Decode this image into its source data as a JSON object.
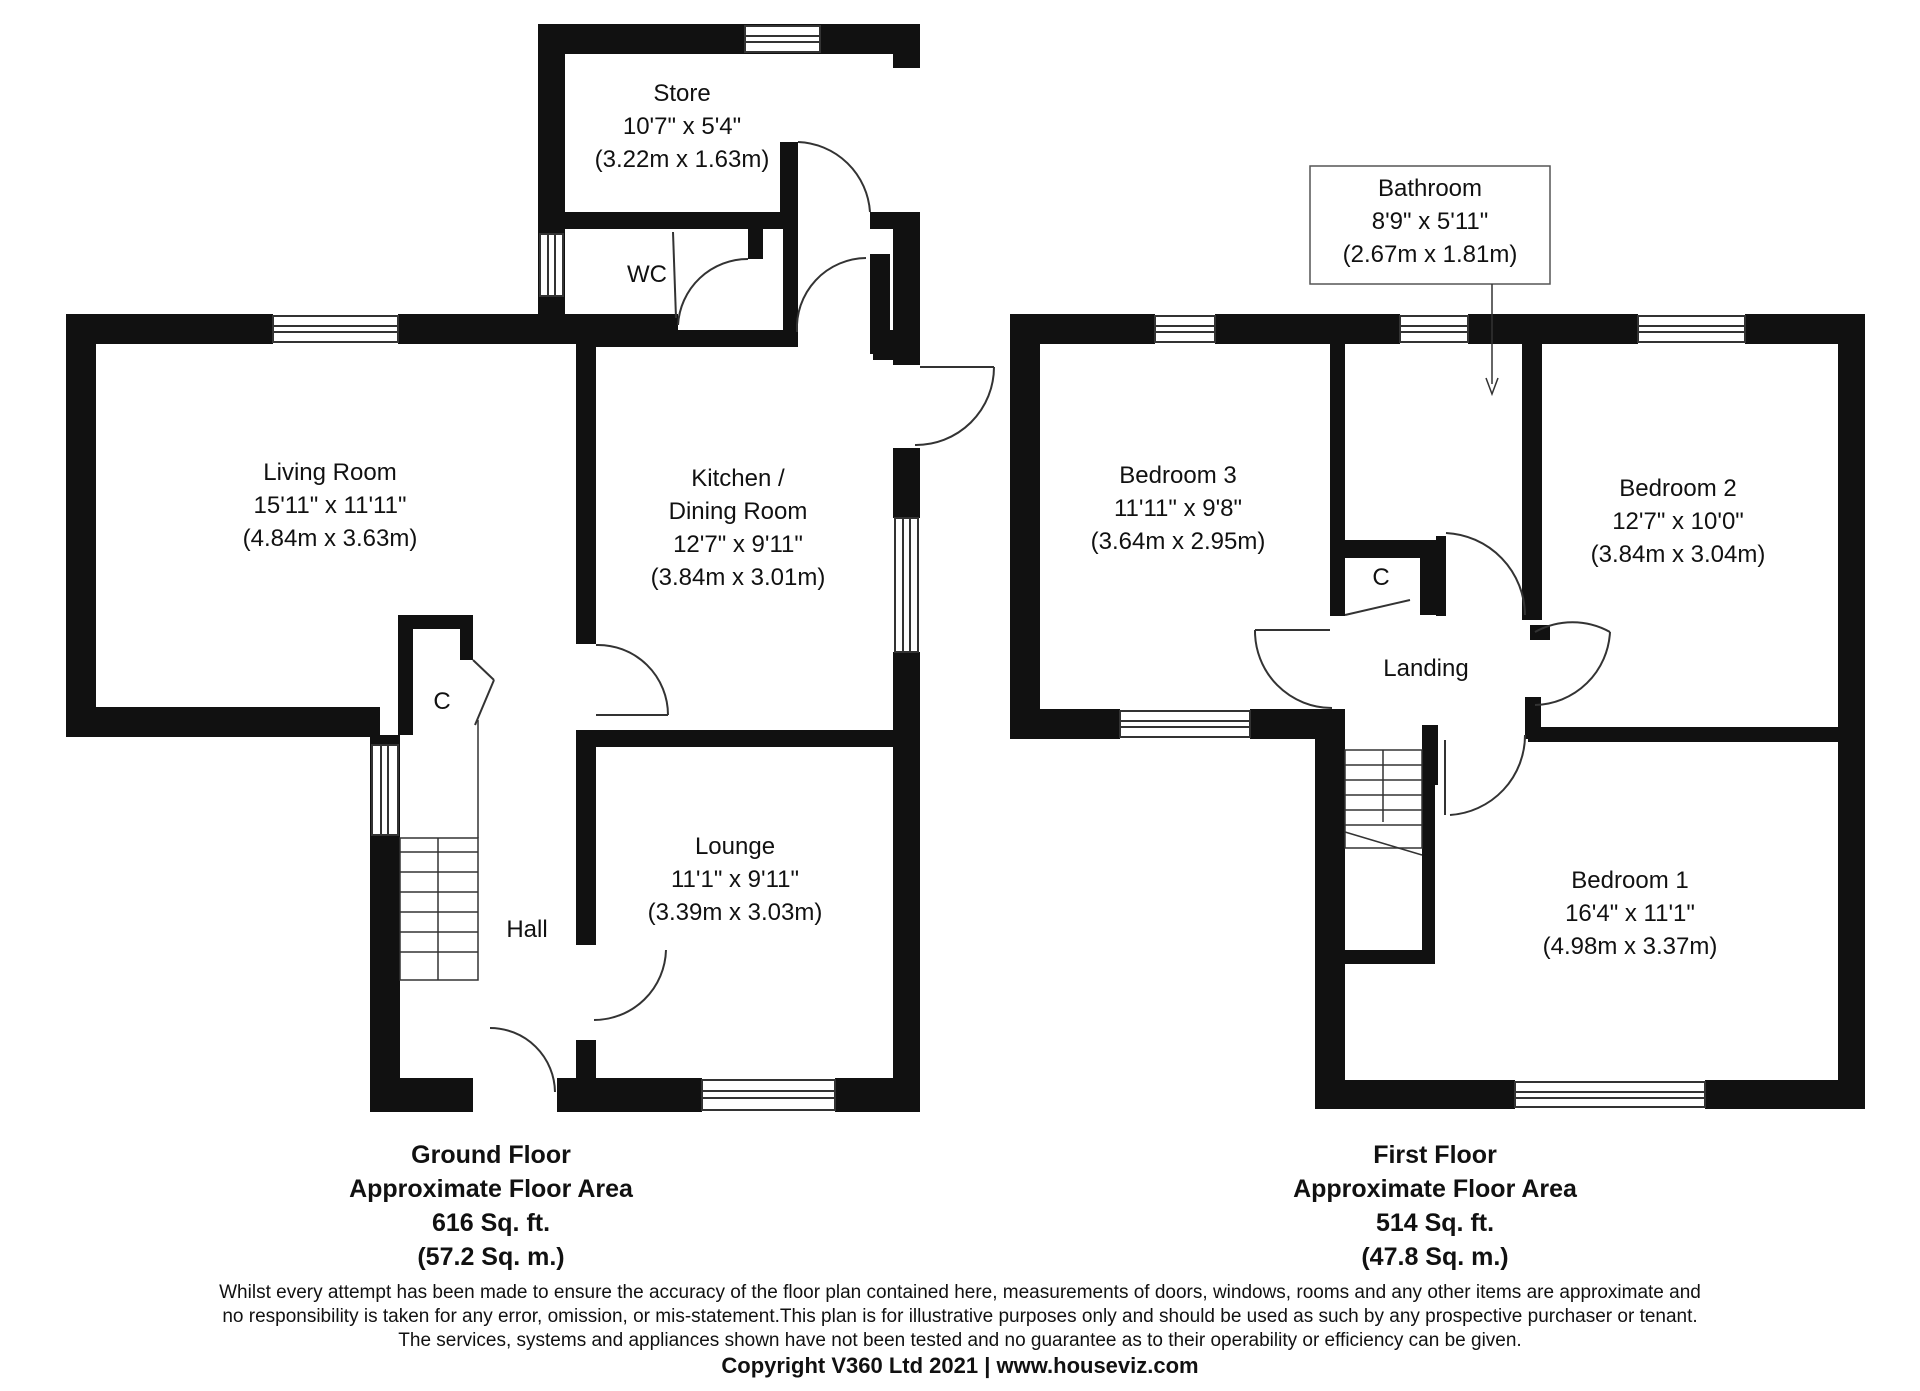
{
  "ground_floor": {
    "rooms": [
      {
        "id": "store",
        "name": "Store",
        "dim_imperial": "10'7\" x 5'4\"",
        "dim_metric": "(3.22m x 1.63m)"
      },
      {
        "id": "wc",
        "name": "WC"
      },
      {
        "id": "living",
        "name": "Living Room",
        "dim_imperial": "15'11\" x 11'11\"",
        "dim_metric": "(4.84m x 3.63m)"
      },
      {
        "id": "kitchen",
        "name_line1": "Kitchen /",
        "name_line2": "Dining Room",
        "dim_imperial": "12'7\" x 9'11\"",
        "dim_metric": "(3.84m x 3.01m)"
      },
      {
        "id": "cupboard",
        "name": "C"
      },
      {
        "id": "lounge",
        "name": "Lounge",
        "dim_imperial": "11'1\" x 9'11\"",
        "dim_metric": "(3.39m x 3.03m)"
      },
      {
        "id": "hall",
        "name": "Hall"
      }
    ],
    "caption": {
      "title": "Ground Floor",
      "subtitle": "Approximate Floor Area",
      "area_sqft": "616 Sq. ft.",
      "area_sqm": "(57.2 Sq. m.)"
    }
  },
  "first_floor": {
    "rooms": [
      {
        "id": "bathroom",
        "name": "Bathroom",
        "dim_imperial": "8'9\" x 5'11\"",
        "dim_metric": "(2.67m x 1.81m)"
      },
      {
        "id": "bedroom3",
        "name": "Bedroom 3",
        "dim_imperial": "11'11\" x 9'8\"",
        "dim_metric": "(3.64m x 2.95m)"
      },
      {
        "id": "bedroom2",
        "name": "Bedroom 2",
        "dim_imperial": "12'7\" x 10'0\"",
        "dim_metric": "(3.84m x 3.04m)"
      },
      {
        "id": "cupboard",
        "name": "C"
      },
      {
        "id": "landing",
        "name": "Landing"
      },
      {
        "id": "bedroom1",
        "name": "Bedroom 1",
        "dim_imperial": "16'4\" x 11'1\"",
        "dim_metric": "(4.98m x 3.37m)"
      }
    ],
    "caption": {
      "title": "First Floor",
      "subtitle": "Approximate Floor Area",
      "area_sqft": "514 Sq. ft.",
      "area_sqm": "(47.8 Sq. m.)"
    }
  },
  "disclaimer": {
    "line1": "Whilst every attempt has been made to ensure the accuracy of the floor plan contained here, measurements of doors, windows, rooms and any other items are approximate and",
    "line2": "no responsibility is taken for any error, omission, or mis-statement.This plan is for illustrative purposes only and should be used as such by any prospective purchaser or tenant.",
    "line3": "The services, systems and appliances shown have not been tested and no guarantee as to their operability or efficiency can be given."
  },
  "copyright": "Copyright V360 Ltd 2021 | www.houseviz.com",
  "colors": {
    "wall": "#111111",
    "background": "#ffffff",
    "line": "#333333"
  }
}
